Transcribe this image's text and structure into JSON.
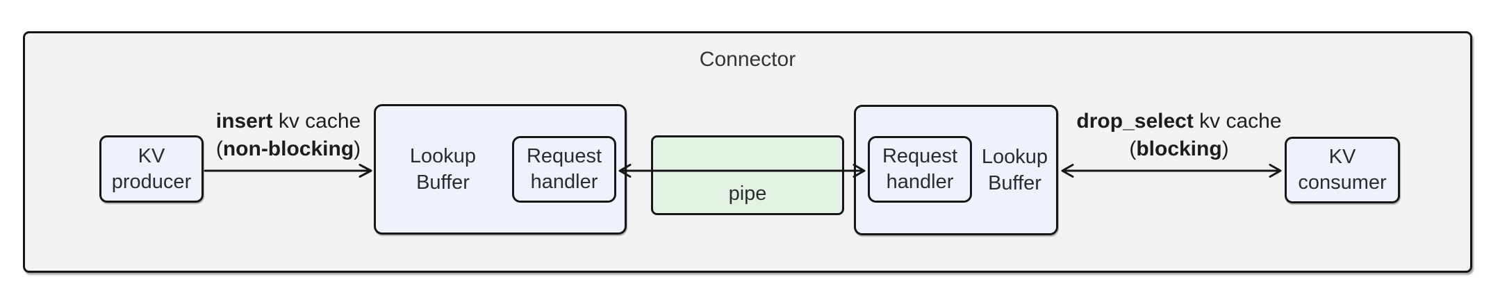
{
  "colors": {
    "frame_fill": "#f2f3f2",
    "node_fill": "#eef2fb",
    "pipe_fill": "#e3f2e4",
    "border": "#161616",
    "text": "#272b33",
    "arrow": "#161616"
  },
  "frame": {
    "title": "Connector"
  },
  "nodes": {
    "kv_producer": {
      "label": "KV\nproducer"
    },
    "lookup_buffer_left": {
      "label": "Lookup\nBuffer",
      "request_handler": "Request\nhandler"
    },
    "pipe": {
      "label": "pipe"
    },
    "lookup_buffer_right": {
      "label": "Lookup\nBuffer",
      "request_handler": "Request\nhandler"
    },
    "kv_consumer": {
      "label": "KV\nconsumer"
    }
  },
  "edges": {
    "insert": {
      "verb": "insert",
      "rest": " kv cache",
      "open_paren": "(",
      "qualifier": "non-blocking",
      "close_paren": ")"
    },
    "drop_select": {
      "verb": "drop_select",
      "rest": " kv cache",
      "open_paren": "(",
      "qualifier": "blocking",
      "close_paren": ")"
    }
  }
}
